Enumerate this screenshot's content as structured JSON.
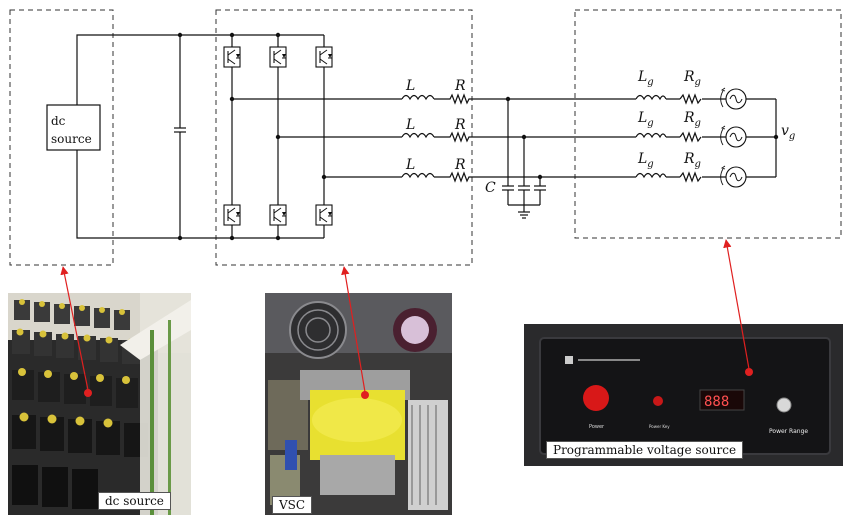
{
  "circuit": {
    "dc_box_label_line1": "dc",
    "dc_box_label_line2": "source",
    "inductor_label": "L",
    "resistor_label": "R",
    "grid_inductor_label": "L",
    "grid_inductor_sub": "g",
    "grid_resistor_label": "R",
    "grid_resistor_sub": "g",
    "capacitor_label": "C",
    "grid_voltage_label": "v",
    "grid_voltage_sub": "g"
  },
  "photos": {
    "dc_source_caption": "dc source",
    "vsc_caption": "VSC",
    "pvs_caption": "Programmable voltage source",
    "pvs_panel": {
      "power_label": "Power",
      "power_key_label": "Power Key",
      "power_range_label": "Power Range",
      "display_value": "888"
    }
  },
  "colors": {
    "arrow": "#e02020",
    "wire": "#111111"
  }
}
